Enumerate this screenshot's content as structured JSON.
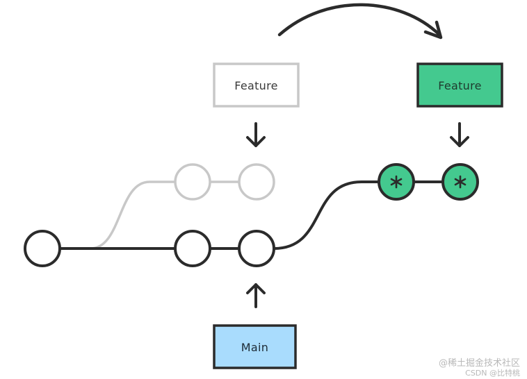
{
  "labels": {
    "feature_old": "Feature",
    "feature_new": "Feature",
    "main": "Main"
  },
  "watermarks": {
    "line1": "@稀土掘金技术社区",
    "line2": "CSDN @比特桃"
  },
  "colors": {
    "stroke_dark": "#2b2b2b",
    "stroke_faded": "#c8c8c8",
    "feature_new_fill": "#44c98f",
    "main_fill": "#a9dcfd",
    "commit_fill": "#ffffff"
  },
  "icons": {
    "new_commit_marker": "asterisk"
  }
}
